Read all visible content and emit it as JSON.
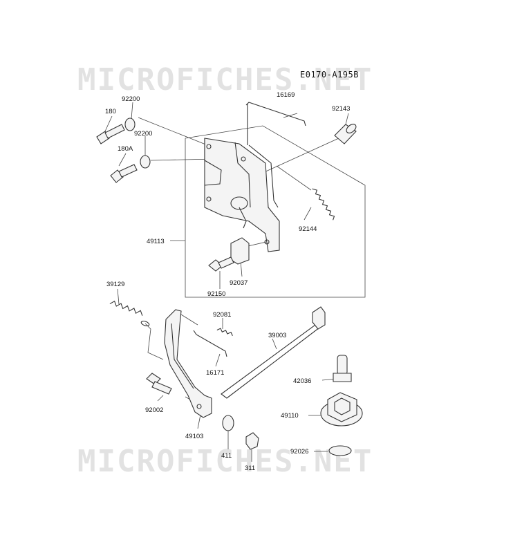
{
  "diagram_code": "E0170-A195B",
  "watermark": [
    "MICROFICHES.NET",
    "MICROFICHES.NET"
  ],
  "parts": [
    {
      "id": "p180",
      "label": "180"
    },
    {
      "id": "p92200a",
      "label": "92200"
    },
    {
      "id": "p180A",
      "label": "180A"
    },
    {
      "id": "p92200b",
      "label": "92200"
    },
    {
      "id": "p16169",
      "label": "16169"
    },
    {
      "id": "p92143",
      "label": "92143"
    },
    {
      "id": "p92144",
      "label": "92144"
    },
    {
      "id": "p49113",
      "label": "49113"
    },
    {
      "id": "p92037",
      "label": "92037"
    },
    {
      "id": "p92150",
      "label": "92150"
    },
    {
      "id": "p39129",
      "label": "39129"
    },
    {
      "id": "p92081",
      "label": "92081"
    },
    {
      "id": "p16171",
      "label": "16171"
    },
    {
      "id": "p39003",
      "label": "39003"
    },
    {
      "id": "p42036",
      "label": "42036"
    },
    {
      "id": "p49110",
      "label": "49110"
    },
    {
      "id": "p92002",
      "label": "92002"
    },
    {
      "id": "p49103",
      "label": "49103"
    },
    {
      "id": "p92026",
      "label": "92026"
    },
    {
      "id": "p411",
      "label": "411"
    },
    {
      "id": "p311",
      "label": "311"
    }
  ]
}
